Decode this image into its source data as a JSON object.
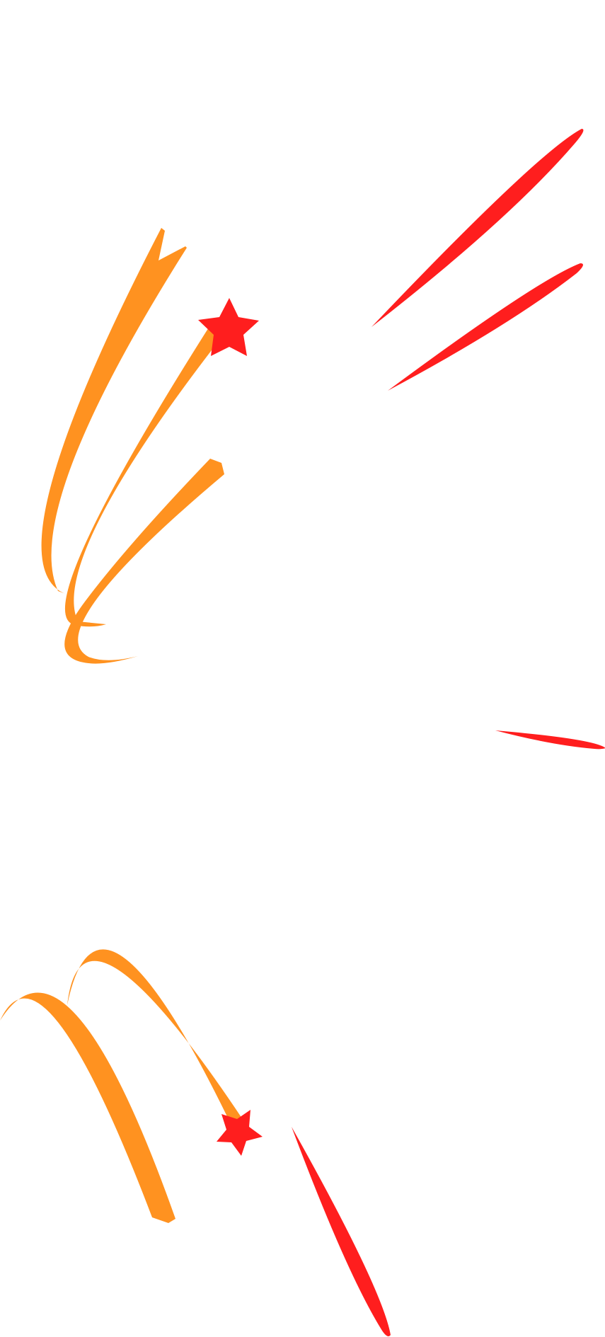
{
  "palette": {
    "background": "#ffffff",
    "orange": "#ff9220",
    "red": "#ff1e1e"
  },
  "elements": {
    "top_cluster": {
      "icon": "shooting-star-icon",
      "trail_count": 3,
      "star_color": "#ff1e1e",
      "trail_color": "#ff9220"
    },
    "bottom_cluster": {
      "icon": "shooting-star-icon",
      "trail_count": 2,
      "star_color": "#ff1e1e",
      "trail_color": "#ff9220"
    },
    "streaks": {
      "count": 4,
      "color": "#ff1e1e"
    }
  }
}
